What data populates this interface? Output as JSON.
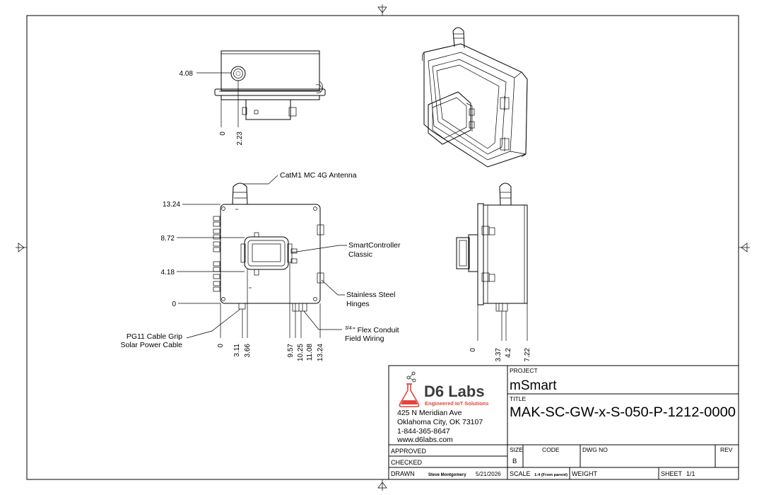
{
  "drawing": {
    "top_view": {
      "dims": [
        "4.08",
        "0",
        "2.23"
      ]
    },
    "front_view": {
      "dims_y": [
        "13.24",
        "8.72",
        "4.18",
        "0"
      ],
      "dims_x": [
        "0",
        "3.11",
        "3.66",
        "9.57",
        "10.25",
        "11.08",
        "13.24"
      ],
      "callouts": {
        "antenna": "CatM1 MC 4G Antenna",
        "controller_1": "SmartController",
        "controller_2": "Classic",
        "hinges_1": "Stainless Steel",
        "hinges_2": "Hinges",
        "cable_grip_1": "PG11 Cable Grip",
        "cable_grip_2": "Solar Power Cable",
        "conduit_frac": "3/4",
        "conduit_1": "\" Flex Conduit",
        "conduit_2": "Field Wiring"
      }
    },
    "side_view": {
      "dims_x": [
        "0",
        "3.37",
        "4.2",
        "7.22"
      ]
    }
  },
  "title_block": {
    "company": "D6 Labs",
    "tagline": "Engineered IoT Solutions",
    "address_1": "425 N Meridian Ave",
    "address_2": "Oklahoma City, OK 73107",
    "phone": "1-844-365-8647",
    "website": "www.d6labs.com",
    "project_label": "PROJECT",
    "project": "mSmart",
    "title_label": "TITLE",
    "title": "MAK-SC-GW-x-S-050-P-1212-0000",
    "approved_label": "APPROVED",
    "checked_label": "CHECKED",
    "drawn_label": "DRAWN",
    "drawn_by": "Steve Montgomery",
    "drawn_date": "5/21/2026",
    "size_label": "SIZE",
    "size": "B",
    "code_label": "CODE",
    "dwg_no_label": "DWG NO",
    "rev_label": "REV",
    "scale_label": "SCALE",
    "scale": "1:4 (From parent)",
    "weight_label": "WEIGHT",
    "sheet_label": "SHEET",
    "sheet": "1/1"
  },
  "colors": {
    "logo_red": "#e2453c",
    "logo_grey": "#3c3c3c"
  }
}
